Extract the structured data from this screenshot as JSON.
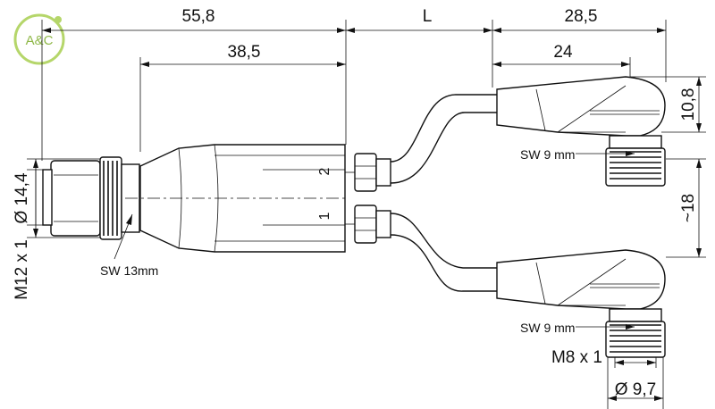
{
  "logo": {
    "text": "A&C",
    "color": "#b5d66a"
  },
  "dimensions": {
    "overall_left": "55,8",
    "body_length": "38,5",
    "cable_length": "L",
    "branch_length": "28,5",
    "branch_body": "24",
    "branch_height": "10,8",
    "branch_spacing": "~18",
    "m12_diameter": "Ø 14,4",
    "m12_thread": "M12 x 1",
    "m8_thread": "M8 x 1",
    "m8_diameter": "Ø 9,7"
  },
  "wrench_sizes": {
    "m12": "SW 13mm",
    "m8_top": "SW 9 mm",
    "m8_bottom": "SW 9 mm"
  },
  "pin_labels": {
    "upper": "2",
    "lower": "1"
  }
}
